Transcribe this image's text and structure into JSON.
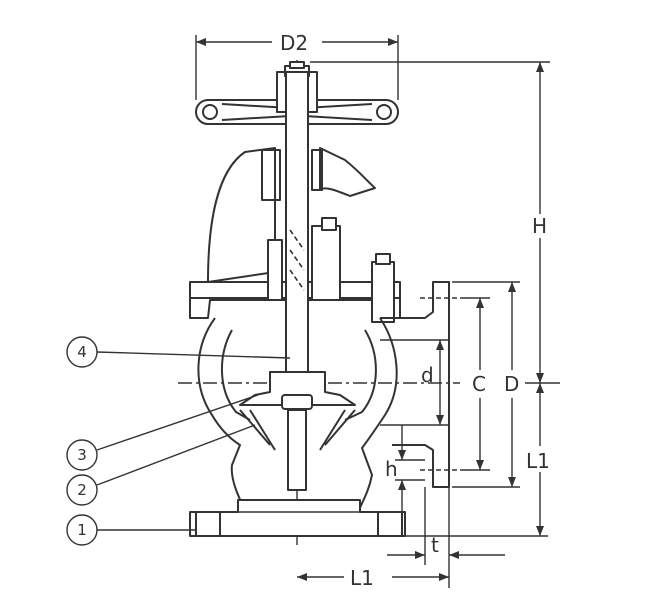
{
  "dimensions": {
    "D2": "D2",
    "H": "H",
    "C": "C",
    "D": "D",
    "d": "d",
    "L1_right": "L1",
    "h": "h",
    "t": "t",
    "L1_bottom": "L1"
  },
  "callouts": [
    "1",
    "2",
    "3",
    "4"
  ],
  "colors": {
    "line": "#333333",
    "background": "#ffffff"
  }
}
